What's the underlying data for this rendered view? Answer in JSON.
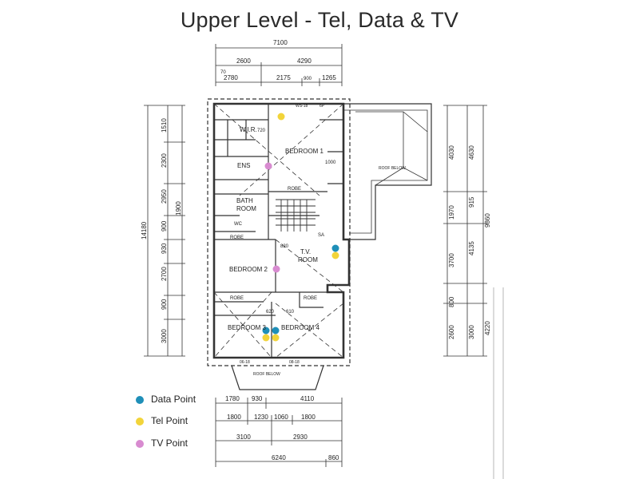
{
  "title": "Upper Level - Tel, Data & TV",
  "colors": {
    "data": "#1f8fb8",
    "tel": "#f2d43a",
    "tv": "#d88bd0",
    "line": "#333333"
  },
  "legend": [
    {
      "label": "Data Point",
      "color": "#1f8fb8"
    },
    {
      "label": "Tel Point",
      "color": "#f2d43a"
    },
    {
      "label": "TV Point",
      "color": "#d88bd0"
    }
  ],
  "rooms": {
    "wir": "W.I.R.",
    "bedroom1": "BEDROOM 1",
    "ens": "ENS",
    "bath": "BATH",
    "bath2": "ROOM",
    "wc": "WC",
    "robe": "ROBE",
    "bedroom2": "BEDROOM 2",
    "tv": "T.V.",
    "tv2": "ROOM",
    "bedroom3": "BEDROOM 3",
    "bedroom4": "BEDROOM 4",
    "roof_below": "ROOF BELOW",
    "sa": "SA"
  },
  "dims": {
    "top1": "7100",
    "top2a": "2600",
    "top2b": "4290",
    "top3a": "2780",
    "top3b": "2175",
    "top3c": "1265",
    "d70": "70",
    "d900": "900",
    "left_total": "14180",
    "l1": "1510",
    "l2": "2300",
    "l3": "2950",
    "l4": "900",
    "l5": "930",
    "l6": "2700",
    "l7": "900",
    "l8": "3000",
    "l9": "1900",
    "r1": "4030",
    "r2": "4630",
    "r3": "9860",
    "r4": "1970",
    "r5": "915",
    "r6": "3700",
    "r7": "4135",
    "r8": "2600",
    "r9": "3000",
    "r10": "4220",
    "r11": "800",
    "b1a": "1780",
    "b1b": "930",
    "b1c": "4110",
    "b2a": "1800",
    "b2b": "1230",
    "b2c": "1060",
    "b2d": "1800",
    "b3a": "3100",
    "b3b": "2930",
    "b4a": "6240",
    "b4b": "860",
    "i720": "720",
    "i1000": "1000",
    "i820": "820",
    "i620": "620",
    "i610": "610",
    "win_ws": "WS-18",
    "win_6p": "6P",
    "win_06": "06-18",
    "win_ds": "08-18"
  }
}
